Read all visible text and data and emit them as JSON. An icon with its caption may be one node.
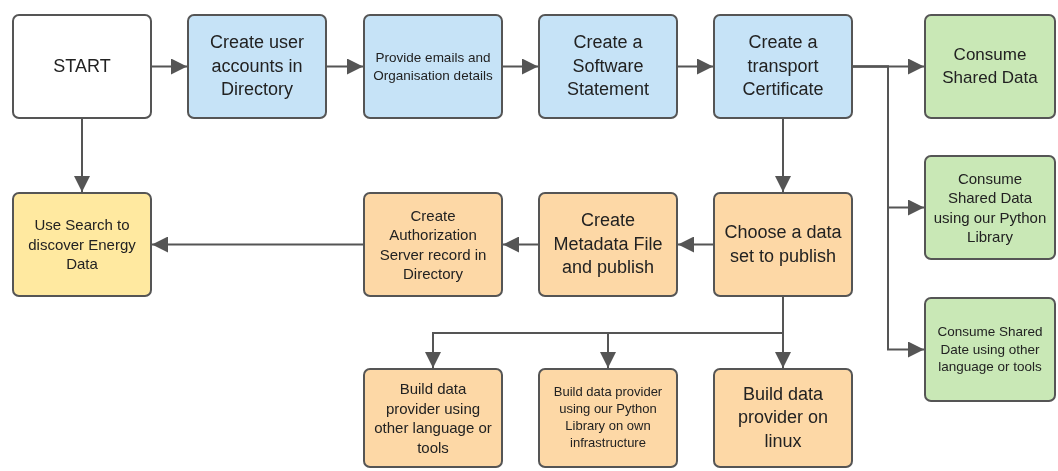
{
  "diagram": {
    "nodes": [
      {
        "text": [
          "START"
        ]
      },
      {
        "text": [
          "Create user accounts in Directory"
        ]
      },
      {
        "text": [
          "Provide emails and Organisation details"
        ]
      },
      {
        "text": [
          "Create a Software Statement"
        ]
      },
      {
        "text": [
          "Create a transport Certificate"
        ]
      },
      {
        "text": [
          "Consume Shared Data"
        ]
      },
      {
        "text": [
          "Consume Shared Data using our Python Library"
        ]
      },
      {
        "text": [
          "Consume Shared Date using other language or tools"
        ]
      },
      {
        "text": [
          "Use Search to discover Energy Data"
        ]
      },
      {
        "text": [
          "Create Authorization Server record in Directory"
        ]
      },
      {
        "text": [
          "Create Metadata File and publish"
        ]
      },
      {
        "text": [
          "Choose a data set to publish"
        ]
      },
      {
        "text": [
          "Build data provider using other language or tools"
        ]
      },
      {
        "text": [
          "Build data provider using our Python Library on own infrastructure"
        ]
      },
      {
        "text": [
          "Build data provider on linux"
        ]
      }
    ],
    "edges": [
      {
        "from": 0,
        "to": 1,
        "arrow": "to"
      },
      {
        "from": 1,
        "to": 2,
        "arrow": "to"
      },
      {
        "from": 2,
        "to": 3,
        "arrow": "to"
      },
      {
        "from": 3,
        "to": 4,
        "arrow": "to"
      },
      {
        "from": 4,
        "to": 5,
        "arrow": "to"
      },
      {
        "from": 4,
        "to": 6,
        "arrow": "to"
      },
      {
        "from": 4,
        "to": 7,
        "arrow": "to"
      },
      {
        "from": 0,
        "to": 8,
        "arrow": "to"
      },
      {
        "from": 4,
        "to": 11,
        "arrow": "to"
      },
      {
        "from": 11,
        "to": 10,
        "arrow": "to"
      },
      {
        "from": 10,
        "to": 9,
        "arrow": "to"
      },
      {
        "from": 9,
        "to": 8,
        "arrow": "to"
      },
      {
        "from": 11,
        "to": 12,
        "arrow": "to"
      },
      {
        "from": 11,
        "to": 13,
        "arrow": "to"
      },
      {
        "from": 11,
        "to": 14,
        "arrow": "to"
      }
    ]
  }
}
